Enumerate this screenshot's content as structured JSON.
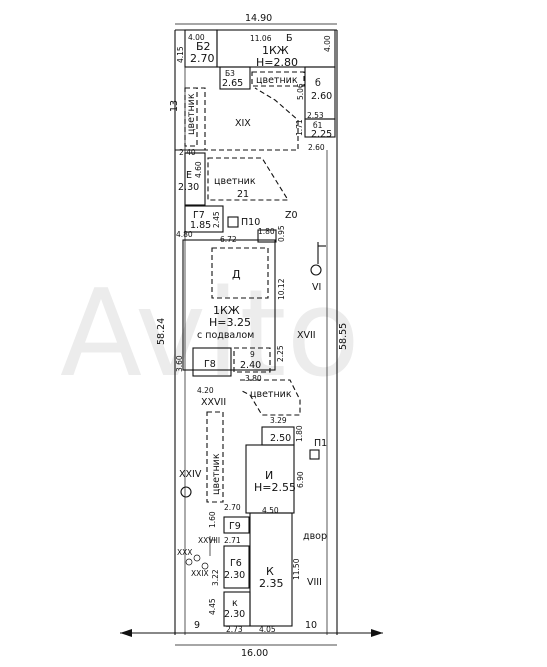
{
  "plan": {
    "outer": {
      "width_top": "14.90",
      "width_bottom": "16.00",
      "left_length": "58.24",
      "right_length": "58.55"
    },
    "buildings": {
      "main_house": {
        "label": "1КЖ",
        "height": "Н=2.80",
        "dim_left": "11.06",
        "dim_right": "4.00",
        "letter": "Б"
      },
      "house_d": {
        "letter": "Д",
        "label": "1КЖ",
        "height": "Н=3.25",
        "note": "с подвалом",
        "dim_top": "6.72",
        "dim_side": "10.12"
      },
      "annex_i": {
        "label": "И",
        "height": "Н=2.55"
      },
      "shed_k": {
        "label": "К",
        "height": "2.35"
      }
    },
    "rooms": {
      "b2": {
        "label": "Б2",
        "height": "2.70",
        "dim_w": "4.00",
        "dim_h": "4.15"
      },
      "b3": {
        "label": "Б3",
        "height": "2.65"
      },
      "b": {
        "label": "б",
        "height": "2.60"
      },
      "b1": {
        "label": "б1",
        "height": "2.25"
      },
      "e": {
        "label": "Е",
        "height": "2.30"
      },
      "g7": {
        "label": "Г7",
        "height": "1.85"
      },
      "g8": {
        "label": "Г8"
      },
      "d9": {
        "label": "9",
        "height": "2.40"
      },
      "room_250": {
        "height": "2.50"
      },
      "g9": {
        "label": "Г9"
      },
      "g6": {
        "label": "Г6",
        "height": "2.30"
      },
      "k_small": {
        "label": "к",
        "height": "2.30"
      }
    },
    "flowerbeds": {
      "label": "цветник",
      "number": "21"
    },
    "markers": {
      "xix": "XIX",
      "xvii": "XVII",
      "xxvii": "XXVII",
      "xxiv": "XXIV",
      "xxviii": "XXVIII",
      "xxx": "XXX",
      "xxix": "XXIX",
      "vi": "VI",
      "viii": "VIII",
      "p10": "П10",
      "p1": "П1",
      "z0": "Z0",
      "thirteen": "13",
      "nine": "9",
      "ten": "10",
      "yard": "двор"
    },
    "dims": {
      "d_506": "5.06",
      "d_253": "2.53",
      "d_171": "1.71",
      "d_260": "2.60",
      "d_240": "2.40",
      "d_460": "4.60",
      "d_245": "2.45",
      "d_480": "4.80",
      "d_180a": "1.80",
      "d_095": "0.95",
      "d_360": "3.60",
      "d_225": "2.25",
      "d_420": "4.20",
      "d_380": "3.80",
      "d_329": "3.29",
      "d_180b": "1.80",
      "d_690": "6.90",
      "d_270": "2.70",
      "d_450": "4.50",
      "d_160": "1.60",
      "d_271": "2.71",
      "d_322": "3.22",
      "d_1150": "11.50",
      "d_445": "4.45",
      "d_273": "2.73",
      "d_405": "4.05"
    },
    "watermark": "Avito"
  }
}
